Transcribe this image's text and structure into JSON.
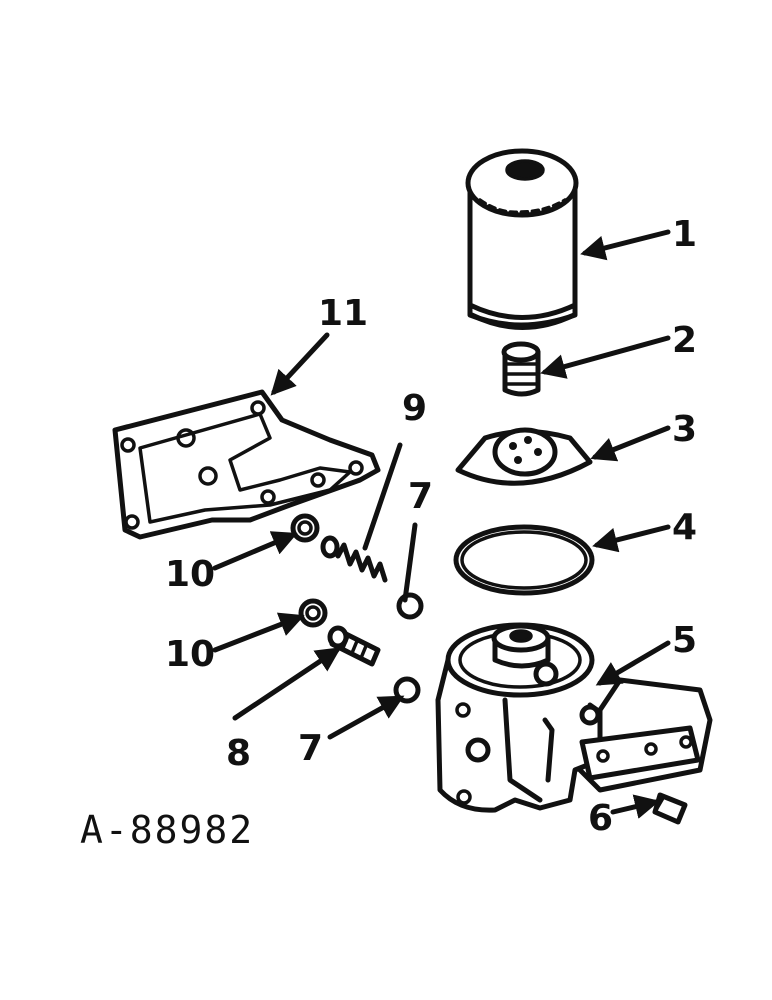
{
  "figure_ref": "A-88982",
  "callouts": {
    "c1": "1",
    "c2": "2",
    "c3": "3",
    "c4": "4",
    "c5": "5",
    "c6": "6",
    "c7a": "7",
    "c7b": "7",
    "c8": "8",
    "c9": "9",
    "c10a": "10",
    "c10b": "10",
    "c11": "11"
  }
}
